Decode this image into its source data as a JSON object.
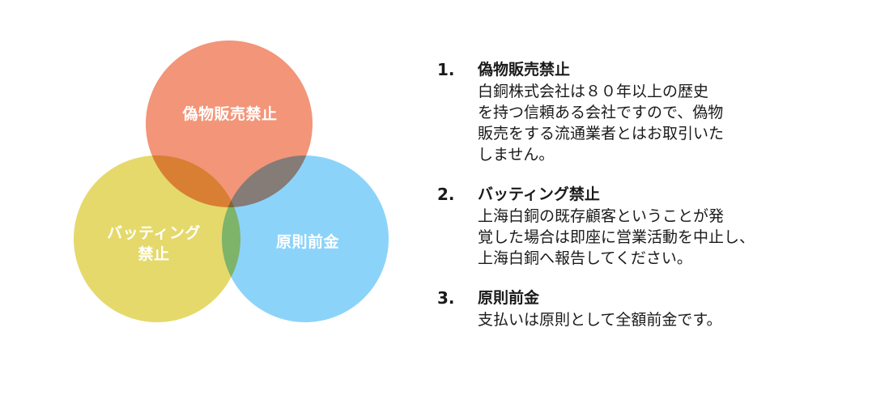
{
  "diagram": {
    "circles": [
      {
        "label": "偽物販売禁止",
        "color": "#F29579"
      },
      {
        "label": "バッティング\n禁止",
        "color": "#E5D96C"
      },
      {
        "label": "原則前金",
        "color": "#8CD3FA"
      }
    ]
  },
  "items": [
    {
      "num": "1.",
      "title": "偽物販売禁止",
      "body": "白銅株式会社は８０年以上の歴史\nを持つ信頼ある会社ですので、偽物\n販売をする流通業者とはお取引いた\nしません。"
    },
    {
      "num": "2.",
      "title": "バッティング禁止",
      "body": "上海白銅の既存顧客ということが発\n覚した場合は即座に営業活動を中止し、\n上海白銅へ報告してください。"
    },
    {
      "num": "3.",
      "title": "原則前金",
      "body": "支払いは原則として全額前金です。"
    }
  ]
}
